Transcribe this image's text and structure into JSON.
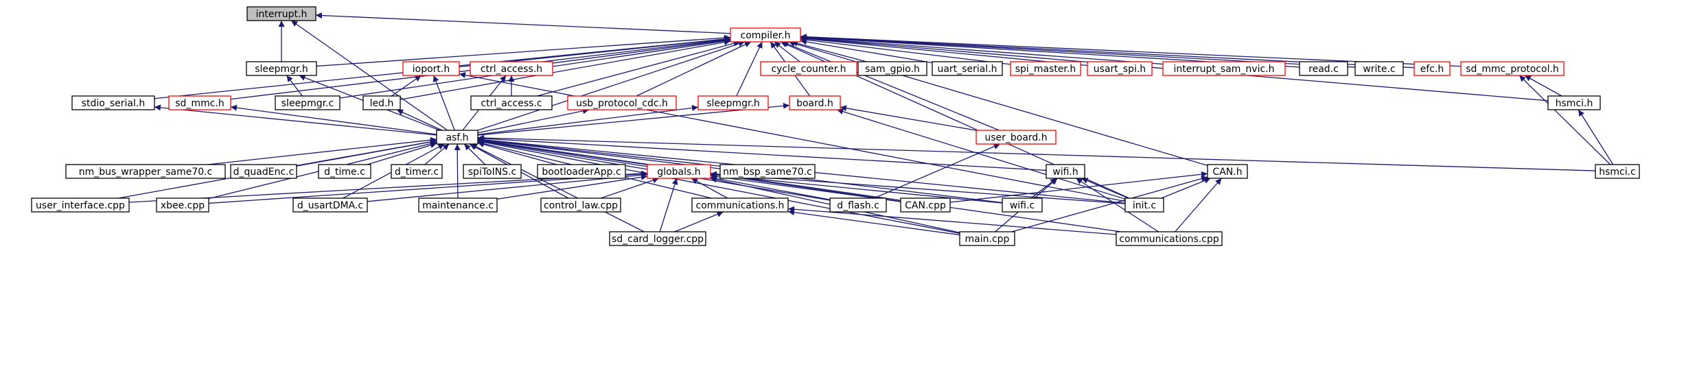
{
  "colors": {
    "edge": "#191970",
    "normal_border": "#000000",
    "truncated_border": "#ff0000",
    "root_fill": "#bfbfbf",
    "fill": "#ffffff"
  },
  "nodes": [
    {
      "id": "interrupt_h",
      "label": "interrupt.h",
      "style": "root"
    },
    {
      "id": "compiler_h",
      "label": "compiler.h",
      "style": "truncated"
    },
    {
      "id": "sleepmgr_h_a",
      "label": "sleepmgr.h",
      "style": "normal"
    },
    {
      "id": "ioport_h",
      "label": "ioport.h",
      "style": "truncated"
    },
    {
      "id": "ctrl_access_h",
      "label": "ctrl_access.h",
      "style": "truncated"
    },
    {
      "id": "cycle_counter_h",
      "label": "cycle_counter.h",
      "style": "truncated"
    },
    {
      "id": "sam_gpio_h",
      "label": "sam_gpio.h",
      "style": "normal"
    },
    {
      "id": "uart_serial_h",
      "label": "uart_serial.h",
      "style": "normal"
    },
    {
      "id": "spi_master_h",
      "label": "spi_master.h",
      "style": "truncated"
    },
    {
      "id": "usart_spi_h",
      "label": "usart_spi.h",
      "style": "truncated"
    },
    {
      "id": "interrupt_sam_nvic_h",
      "label": "interrupt_sam_nvic.h",
      "style": "truncated"
    },
    {
      "id": "read_c",
      "label": "read.c",
      "style": "normal"
    },
    {
      "id": "write_c",
      "label": "write.c",
      "style": "normal"
    },
    {
      "id": "efc_h",
      "label": "efc.h",
      "style": "truncated"
    },
    {
      "id": "sd_mmc_protocol_h",
      "label": "sd_mmc_protocol.h",
      "style": "truncated"
    },
    {
      "id": "stdio_serial_h",
      "label": "stdio_serial.h",
      "style": "normal"
    },
    {
      "id": "sd_mmc_h",
      "label": "sd_mmc.h",
      "style": "truncated"
    },
    {
      "id": "sleepmgr_c",
      "label": "sleepmgr.c",
      "style": "normal"
    },
    {
      "id": "led_h",
      "label": "led.h",
      "style": "normal"
    },
    {
      "id": "ctrl_access_c",
      "label": "ctrl_access.c",
      "style": "normal"
    },
    {
      "id": "usb_protocol_cdc_h",
      "label": "usb_protocol_cdc.h",
      "style": "truncated"
    },
    {
      "id": "sleepmgr_h_b",
      "label": "sleepmgr.h",
      "style": "truncated"
    },
    {
      "id": "board_h",
      "label": "board.h",
      "style": "truncated"
    },
    {
      "id": "hsmci_h",
      "label": "hsmci.h",
      "style": "normal"
    },
    {
      "id": "user_board_h",
      "label": "user_board.h",
      "style": "truncated"
    },
    {
      "id": "asf_h",
      "label": "asf.h",
      "style": "normal"
    },
    {
      "id": "nm_bus_wrapper_c",
      "label": "nm_bus_wrapper_same70.c",
      "style": "normal"
    },
    {
      "id": "d_quadEnc_c",
      "label": "d_quadEnc.c",
      "style": "normal"
    },
    {
      "id": "d_time_c",
      "label": "d_time.c",
      "style": "normal"
    },
    {
      "id": "d_timer_c",
      "label": "d_timer.c",
      "style": "normal"
    },
    {
      "id": "spiToINS_c",
      "label": "spiToINS.c",
      "style": "normal"
    },
    {
      "id": "bootloaderApp_c",
      "label": "bootloaderApp.c",
      "style": "normal"
    },
    {
      "id": "globals_h",
      "label": "globals.h",
      "style": "truncated"
    },
    {
      "id": "nm_bsp_c",
      "label": "nm_bsp_same70.c",
      "style": "normal"
    },
    {
      "id": "wifi_h",
      "label": "wifi.h",
      "style": "normal"
    },
    {
      "id": "CAN_h",
      "label": "CAN.h",
      "style": "normal"
    },
    {
      "id": "hsmci_c",
      "label": "hsmci.c",
      "style": "normal"
    },
    {
      "id": "user_interface_cpp",
      "label": "user_interface.cpp",
      "style": "normal"
    },
    {
      "id": "xbee_cpp",
      "label": "xbee.cpp",
      "style": "normal"
    },
    {
      "id": "d_usartDMA_c",
      "label": "d_usartDMA.c",
      "style": "normal"
    },
    {
      "id": "maintenance_c",
      "label": "maintenance.c",
      "style": "normal"
    },
    {
      "id": "control_law_cpp",
      "label": "control_law.cpp",
      "style": "normal"
    },
    {
      "id": "communications_h",
      "label": "communications.h",
      "style": "normal"
    },
    {
      "id": "d_flash_c",
      "label": "d_flash.c",
      "style": "normal"
    },
    {
      "id": "CAN_cpp",
      "label": "CAN.cpp",
      "style": "normal"
    },
    {
      "id": "wifi_c",
      "label": "wifi.c",
      "style": "normal"
    },
    {
      "id": "init_c",
      "label": "init.c",
      "style": "normal"
    },
    {
      "id": "sd_card_logger_cpp",
      "label": "sd_card_logger.cpp",
      "style": "normal"
    },
    {
      "id": "main_cpp",
      "label": "main.cpp",
      "style": "normal"
    },
    {
      "id": "communications_cpp",
      "label": "communications.cpp",
      "style": "normal"
    }
  ],
  "edges": [
    [
      "compiler_h",
      "interrupt_h"
    ],
    [
      "sleepmgr_h_a",
      "interrupt_h"
    ],
    [
      "asf_h",
      "interrupt_h"
    ],
    [
      "sleepmgr_h_a",
      "compiler_h"
    ],
    [
      "ioport_h",
      "compiler_h"
    ],
    [
      "ctrl_access_h",
      "compiler_h"
    ],
    [
      "cycle_counter_h",
      "compiler_h"
    ],
    [
      "sam_gpio_h",
      "compiler_h"
    ],
    [
      "uart_serial_h",
      "compiler_h"
    ],
    [
      "spi_master_h",
      "compiler_h"
    ],
    [
      "usart_spi_h",
      "compiler_h"
    ],
    [
      "interrupt_sam_nvic_h",
      "compiler_h"
    ],
    [
      "read_c",
      "compiler_h"
    ],
    [
      "write_c",
      "compiler_h"
    ],
    [
      "efc_h",
      "compiler_h"
    ],
    [
      "sd_mmc_protocol_h",
      "compiler_h"
    ],
    [
      "stdio_serial_h",
      "compiler_h"
    ],
    [
      "sd_mmc_h",
      "compiler_h"
    ],
    [
      "sleepmgr_c",
      "compiler_h"
    ],
    [
      "led_h",
      "compiler_h"
    ],
    [
      "ctrl_access_c",
      "compiler_h"
    ],
    [
      "usb_protocol_cdc_h",
      "compiler_h"
    ],
    [
      "sleepmgr_h_b",
      "compiler_h"
    ],
    [
      "board_h",
      "compiler_h"
    ],
    [
      "hsmci_h",
      "compiler_h"
    ],
    [
      "user_board_h",
      "compiler_h"
    ],
    [
      "asf_h",
      "compiler_h"
    ],
    [
      "init_c",
      "compiler_h"
    ],
    [
      "CAN_h",
      "compiler_h"
    ],
    [
      "sleepmgr_c",
      "sleepmgr_h_a"
    ],
    [
      "asf_h",
      "sleepmgr_h_a"
    ],
    [
      "led_h",
      "ioport_h"
    ],
    [
      "asf_h",
      "ioport_h"
    ],
    [
      "init_c",
      "ioport_h"
    ],
    [
      "ctrl_access_c",
      "ctrl_access_h"
    ],
    [
      "asf_h",
      "ctrl_access_h"
    ],
    [
      "hsmci_h",
      "sd_mmc_protocol_h"
    ],
    [
      "hsmci_c",
      "sd_mmc_protocol_h"
    ],
    [
      "asf_h",
      "stdio_serial_h"
    ],
    [
      "asf_h",
      "sd_mmc_h"
    ],
    [
      "asf_h",
      "led_h"
    ],
    [
      "asf_h",
      "usb_protocol_cdc_h"
    ],
    [
      "asf_h",
      "sleepmgr_h_b"
    ],
    [
      "asf_h",
      "board_h"
    ],
    [
      "user_board_h",
      "board_h"
    ],
    [
      "init_c",
      "board_h"
    ],
    [
      "hsmci_c",
      "hsmci_h"
    ],
    [
      "d_flash_c",
      "user_board_h"
    ],
    [
      "nm_bus_wrapper_c",
      "asf_h"
    ],
    [
      "d_quadEnc_c",
      "asf_h"
    ],
    [
      "d_time_c",
      "asf_h"
    ],
    [
      "d_timer_c",
      "asf_h"
    ],
    [
      "spiToINS_c",
      "asf_h"
    ],
    [
      "bootloaderApp_c",
      "asf_h"
    ],
    [
      "globals_h",
      "asf_h"
    ],
    [
      "nm_bsp_c",
      "asf_h"
    ],
    [
      "wifi_h",
      "asf_h"
    ],
    [
      "hsmci_c",
      "asf_h"
    ],
    [
      "user_interface_cpp",
      "asf_h"
    ],
    [
      "xbee_cpp",
      "asf_h"
    ],
    [
      "d_usartDMA_c",
      "asf_h"
    ],
    [
      "maintenance_c",
      "asf_h"
    ],
    [
      "control_law_cpp",
      "asf_h"
    ],
    [
      "communications_h",
      "asf_h"
    ],
    [
      "d_flash_c",
      "asf_h"
    ],
    [
      "CAN_cpp",
      "asf_h"
    ],
    [
      "wifi_c",
      "asf_h"
    ],
    [
      "init_c",
      "asf_h"
    ],
    [
      "sd_card_logger_cpp",
      "asf_h"
    ],
    [
      "main_cpp",
      "asf_h"
    ],
    [
      "communications_cpp",
      "asf_h"
    ],
    [
      "user_interface_cpp",
      "globals_h"
    ],
    [
      "xbee_cpp",
      "globals_h"
    ],
    [
      "d_usartDMA_c",
      "globals_h"
    ],
    [
      "maintenance_c",
      "globals_h"
    ],
    [
      "control_law_cpp",
      "globals_h"
    ],
    [
      "communications_h",
      "globals_h"
    ],
    [
      "d_flash_c",
      "globals_h"
    ],
    [
      "CAN_cpp",
      "globals_h"
    ],
    [
      "wifi_c",
      "globals_h"
    ],
    [
      "init_c",
      "globals_h"
    ],
    [
      "sd_card_logger_cpp",
      "globals_h"
    ],
    [
      "main_cpp",
      "globals_h"
    ],
    [
      "wifi_c",
      "wifi_h"
    ],
    [
      "init_c",
      "wifi_h"
    ],
    [
      "main_cpp",
      "wifi_h"
    ],
    [
      "communications_cpp",
      "wifi_h"
    ],
    [
      "CAN_cpp",
      "CAN_h"
    ],
    [
      "init_c",
      "CAN_h"
    ],
    [
      "main_cpp",
      "CAN_h"
    ],
    [
      "communications_cpp",
      "CAN_h"
    ],
    [
      "sd_card_logger_cpp",
      "communications_h"
    ],
    [
      "main_cpp",
      "communications_h"
    ],
    [
      "communications_cpp",
      "communications_h"
    ]
  ]
}
